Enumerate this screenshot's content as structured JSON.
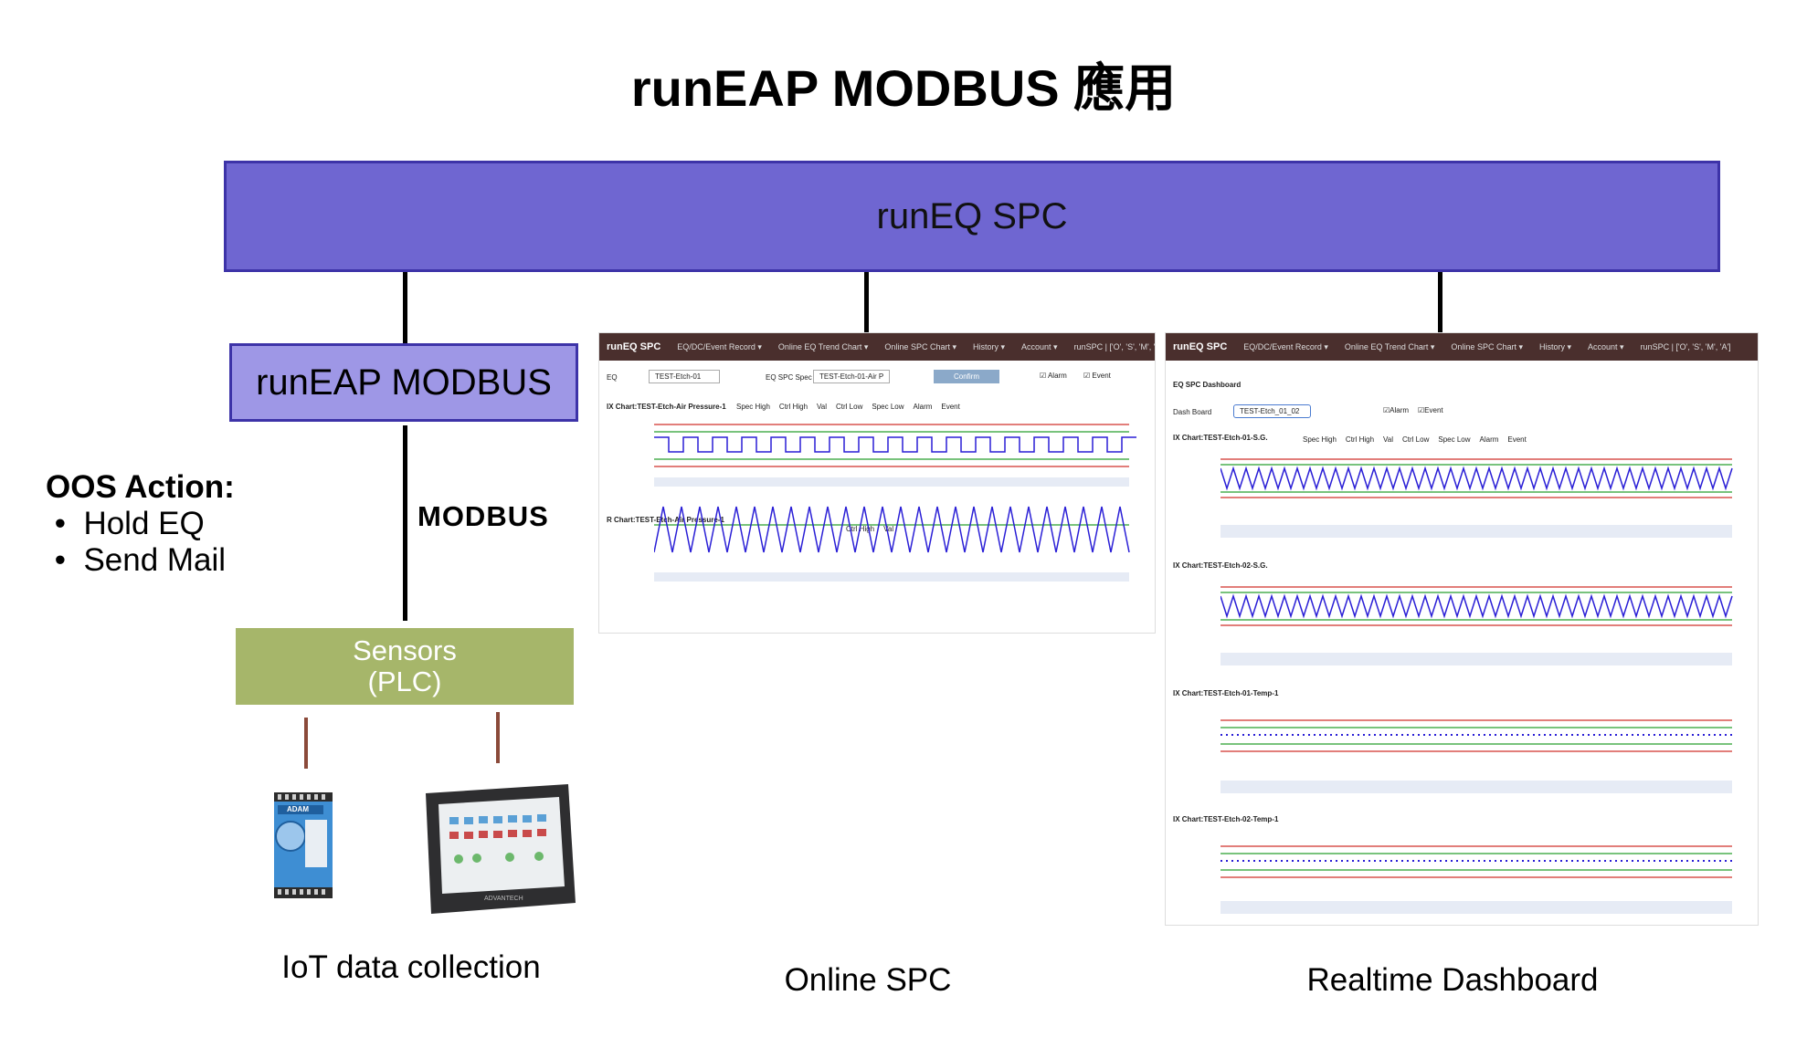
{
  "title": "runEAP MODBUS 應用",
  "spc_bar": {
    "label": "runEQ SPC"
  },
  "modbus_box": {
    "label": "runEAP MODBUS"
  },
  "modbus_link_label": "MODBUS",
  "oos": {
    "heading": "OOS Action:",
    "items": [
      "Hold EQ",
      "Send Mail"
    ]
  },
  "plc": {
    "line1": "Sensors",
    "line2": "(PLC)"
  },
  "captions": {
    "iot": "IoT data collection",
    "online_spc": "Online SPC",
    "dashboard": "Realtime Dashboard"
  },
  "online_spc_screen": {
    "brand": "runEQ SPC",
    "menu": [
      "EQ/DC/Event Record ▾",
      "Online EQ Trend Chart ▾",
      "Online SPC Chart ▾",
      "History ▾",
      "Account ▾",
      "runSPC | ['O', 'S', 'M', 'A']"
    ],
    "eq_label": "EQ",
    "eq_value": "TEST-Etch-01",
    "spec_label": "EQ SPC Spec",
    "spec_value": "TEST-Etch-01-Air P",
    "confirm": "Confirm",
    "alarm": "Alarm",
    "event": "Event",
    "chart1_title": "IX Chart:TEST-Etch-Air Pressure-1",
    "chart2_title": "R Chart:TEST-Etch-Air Pressure-1",
    "legend1": [
      "Spec High",
      "Ctrl High",
      "Val",
      "Ctrl Low",
      "Spec Low",
      "Alarm",
      "Event"
    ],
    "legend2": [
      "Ctrl High",
      "Val"
    ]
  },
  "dashboard_screen": {
    "brand": "runEQ SPC",
    "menu": [
      "EQ/DC/Event Record ▾",
      "Online EQ Trend Chart ▾",
      "Online SPC Chart ▾",
      "History ▾",
      "Account ▾",
      "runSPC | ['O', 'S', 'M', 'A']"
    ],
    "heading": "EQ SPC Dashboard",
    "dash_label": "Dash Board",
    "dash_value": "TEST-Etch_01_02",
    "alarm": "Alarm",
    "event": "Event",
    "charts": [
      "IX Chart:TEST-Etch-01-S.G.",
      "IX Chart:TEST-Etch-02-S.G.",
      "IX Chart:TEST-Etch-01-Temp-1",
      "IX Chart:TEST-Etch-02-Temp-1"
    ],
    "legend": [
      "Spec High",
      "Ctrl High",
      "Val",
      "Ctrl Low",
      "Spec Low",
      "Alarm",
      "Event"
    ]
  },
  "devices": {
    "adam_label": "ADAM",
    "panel_label": "ADVANTECH"
  },
  "colors": {
    "spc_bar": "#6f66d1",
    "modbus_box": "#9e97e6",
    "plc": "#a6b66a",
    "navbar": "#4a2f2d",
    "series": "#2a1fd6"
  }
}
